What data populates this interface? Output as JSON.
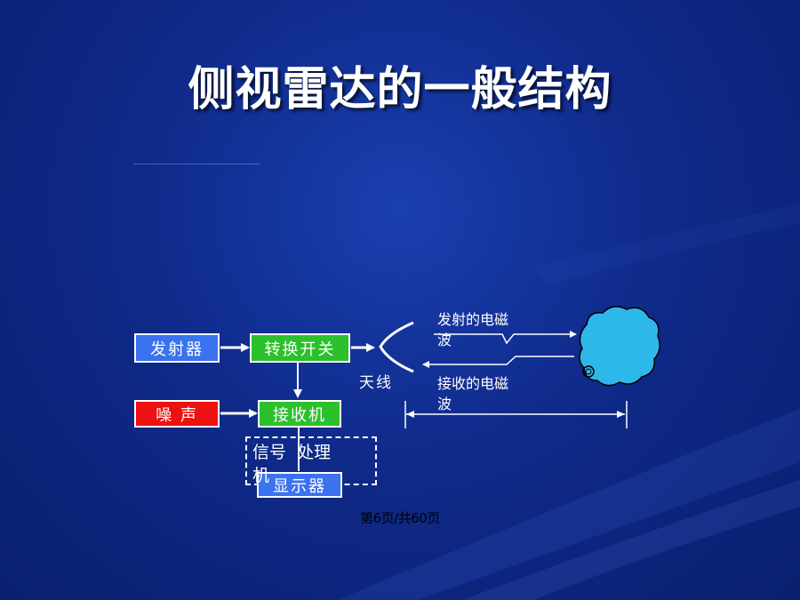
{
  "title": "侧视雷达的一般结构",
  "blocks": {
    "transmitter": "发射器",
    "switch": "转换开关",
    "noise": "噪  声",
    "receiver": "接收机",
    "display": "显示器"
  },
  "labels": {
    "antenna": "天线",
    "tx_wave_line1": "发射的电磁",
    "tx_wave_line2": "波",
    "rx_wave_line1": "接收的电磁",
    "rx_wave_line2": "波",
    "signal_line1": "信号  处理",
    "signal_line2": "机"
  },
  "footer": {
    "page_indicator": "第6页/共60页"
  },
  "colors": {
    "transmitter_box": "#3a72f0",
    "switch_box": "#2cc02c",
    "noise_box": "#ee1111",
    "receiver_box": "#2cc02c",
    "display_box": "#3a72f0",
    "target_cloud": "#2eb8ea"
  }
}
